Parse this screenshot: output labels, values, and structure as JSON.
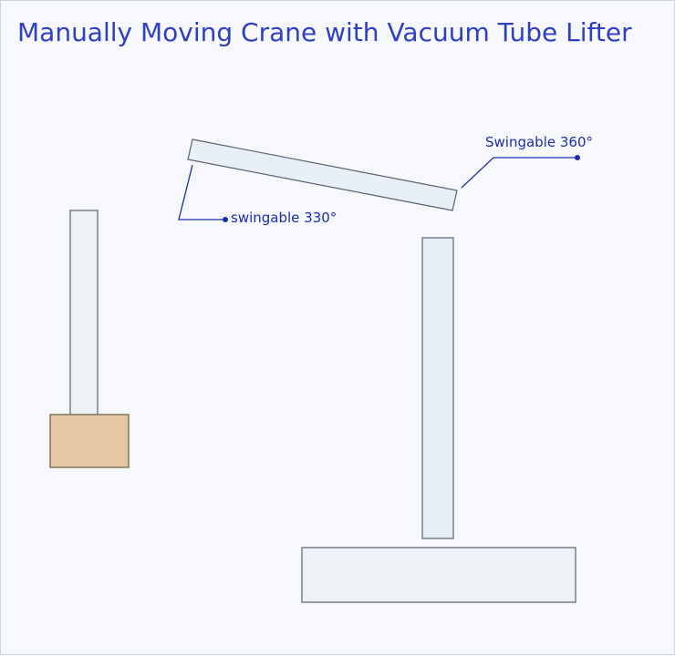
{
  "title": "Manually Moving Crane with Vacuum Tube Lifter",
  "callouts": {
    "swing_330": "swingable 330°",
    "swing_360": "Swingable 360°"
  }
}
